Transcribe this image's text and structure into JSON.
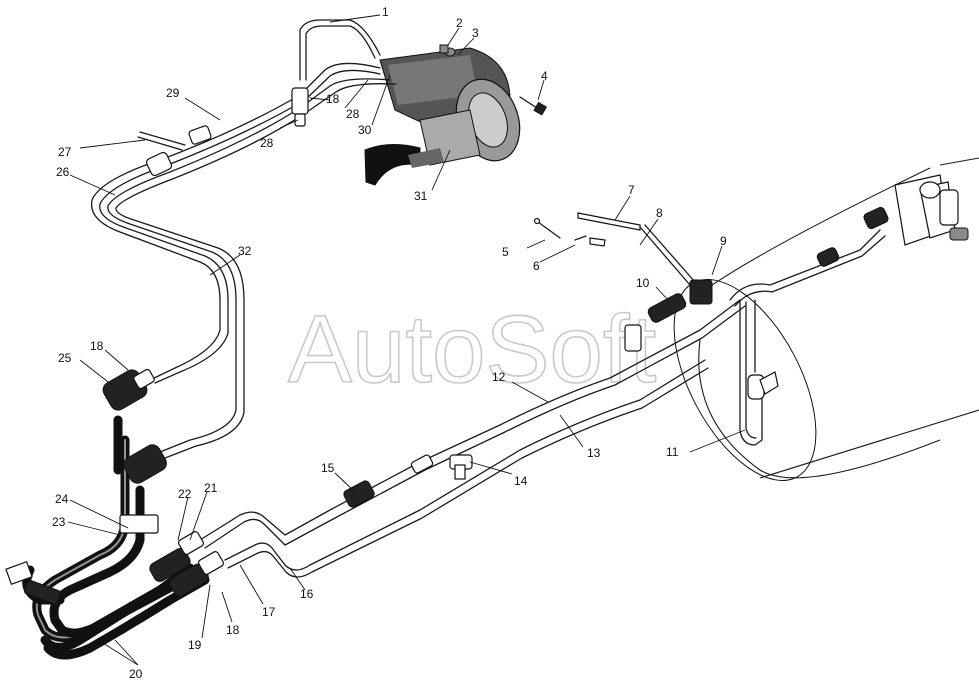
{
  "watermark": "AutoSoft",
  "callouts": [
    {
      "id": "c1",
      "label": "1"
    },
    {
      "id": "c2",
      "label": "2"
    },
    {
      "id": "c3",
      "label": "3"
    },
    {
      "id": "c4",
      "label": "4"
    },
    {
      "id": "c5",
      "label": "5"
    },
    {
      "id": "c6",
      "label": "6"
    },
    {
      "id": "c7",
      "label": "7"
    },
    {
      "id": "c8",
      "label": "8"
    },
    {
      "id": "c9",
      "label": "9"
    },
    {
      "id": "c10",
      "label": "10"
    },
    {
      "id": "c11",
      "label": "11"
    },
    {
      "id": "c12",
      "label": "12"
    },
    {
      "id": "c13",
      "label": "13"
    },
    {
      "id": "c14",
      "label": "14"
    },
    {
      "id": "c15",
      "label": "15"
    },
    {
      "id": "c16",
      "label": "16"
    },
    {
      "id": "c17",
      "label": "17"
    },
    {
      "id": "c18a",
      "label": "18"
    },
    {
      "id": "c18b",
      "label": "18"
    },
    {
      "id": "c18c",
      "label": "18"
    },
    {
      "id": "c19",
      "label": "19"
    },
    {
      "id": "c20",
      "label": "20"
    },
    {
      "id": "c21",
      "label": "21"
    },
    {
      "id": "c22",
      "label": "22"
    },
    {
      "id": "c23",
      "label": "23"
    },
    {
      "id": "c24",
      "label": "24"
    },
    {
      "id": "c25",
      "label": "25"
    },
    {
      "id": "c26",
      "label": "26"
    },
    {
      "id": "c27",
      "label": "27"
    },
    {
      "id": "c28a",
      "label": "28"
    },
    {
      "id": "c28b",
      "label": "28"
    },
    {
      "id": "c29",
      "label": "29"
    },
    {
      "id": "c30",
      "label": "30"
    },
    {
      "id": "c31",
      "label": "31"
    },
    {
      "id": "c32",
      "label": "32"
    }
  ]
}
